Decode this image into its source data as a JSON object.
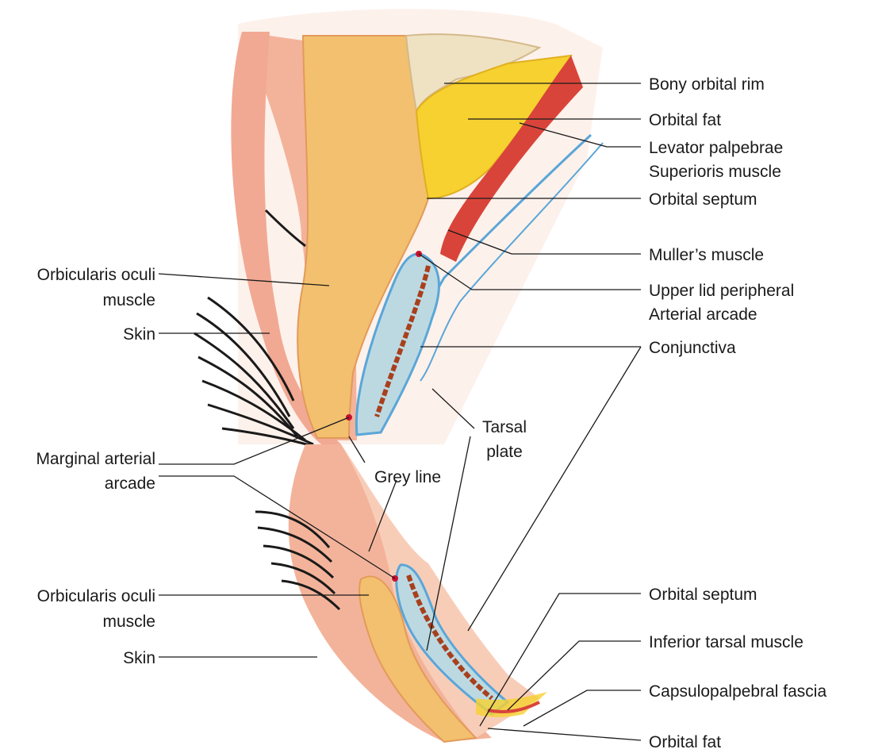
{
  "colors": {
    "skin": "#f3b39a",
    "skin_light": "#f8cdb8",
    "orbicularis_bg": "#f2c06e",
    "muscle": "#e6705a",
    "tarsal": "#bcd9e2",
    "tarsal_gland": "#a8401d",
    "levator": "#d9443a",
    "fat": "#f6d12f",
    "bone": "#efe2c2",
    "conjunctiva": "#5aa6d8",
    "artery": "#c8102e",
    "lash": "#1a1a1a"
  },
  "labels": {
    "bony_orbital_rim": "Bony orbital rim",
    "orbital_fat_upper": "Orbital fat",
    "levator_1": "Levator palpebrae",
    "levator_2": "Superioris muscle",
    "orbital_septum_upper": "Orbital septum",
    "mullers_muscle": "Muller’s muscle",
    "upper_arcade_1": "Upper lid peripheral",
    "upper_arcade_2": "Arterial arcade",
    "conjunctiva": "Conjunctiva",
    "orbicularis_upper_1": "Orbicularis oculi",
    "orbicularis_upper_2": "muscle",
    "skin_upper": "Skin",
    "tarsal_1": "Tarsal",
    "tarsal_2": "plate",
    "marginal_1": "Marginal arterial",
    "marginal_2": "arcade",
    "grey_line": "Grey line",
    "orbicularis_lower_1": "Orbicularis oculi",
    "orbicularis_lower_2": "muscle",
    "skin_lower": "Skin",
    "orbital_septum_lower": "Orbital septum",
    "inferior_tarsal": "Inferior tarsal muscle",
    "capsulopalpebral": "Capsulopalpebral fascia",
    "orbital_fat_lower": "Orbital fat"
  }
}
